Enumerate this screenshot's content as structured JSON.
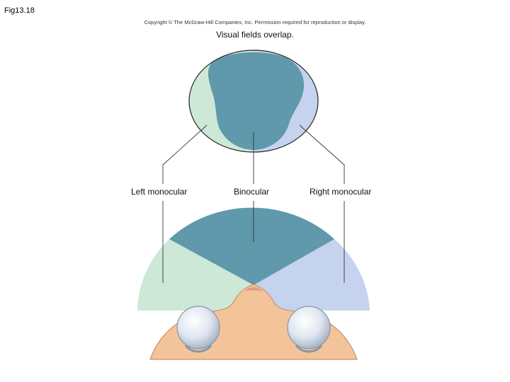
{
  "figure": {
    "id_label": "Fig13.18",
    "copyright": "Copyright © The McGraw-Hill Companies, Inc. Permission required for reproduction or display.",
    "title": "Visual fields overlap."
  },
  "labels": {
    "left": "Left monocular",
    "binocular": "Binocular",
    "right": "Right monocular"
  },
  "colors": {
    "left_field": "#cde8d6",
    "right_field": "#c5d3ee",
    "binocular": "#5f99ab",
    "head_skin": "#f3c49a",
    "head_outline": "#c88f68",
    "eye": "#e2eaf4"
  }
}
